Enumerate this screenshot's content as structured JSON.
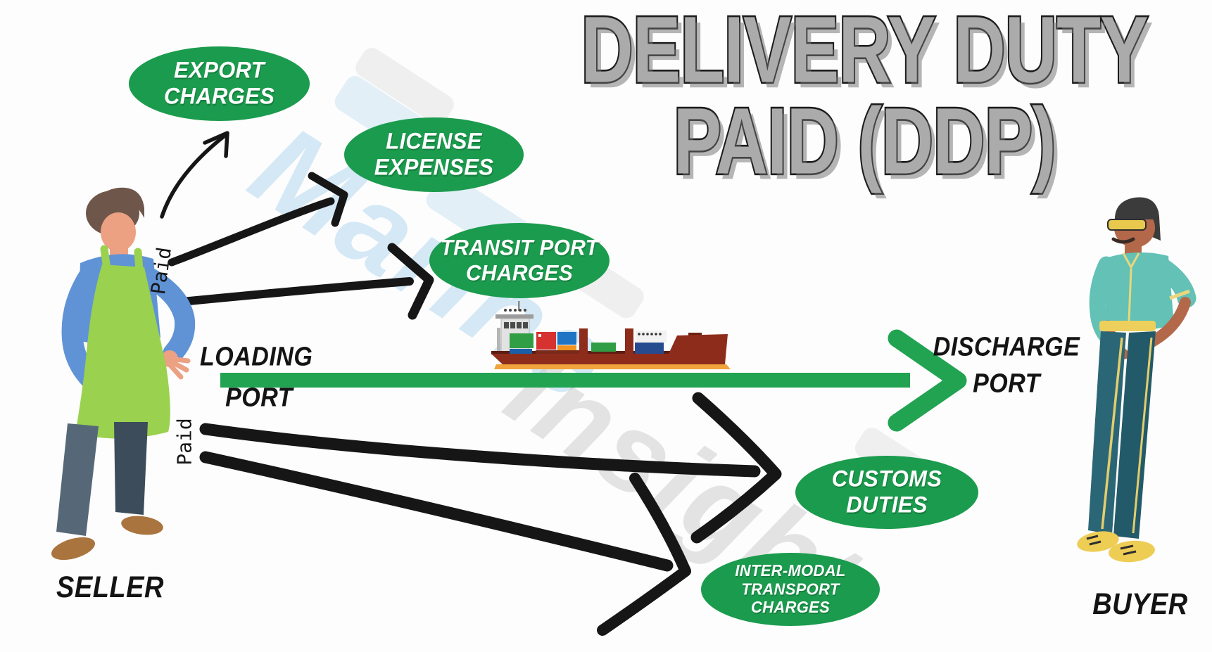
{
  "title": {
    "line1": "DELIVERY DUTY",
    "line2": "PAID (DDP)"
  },
  "route": {
    "loading_line1": "LOADING",
    "loading_line2": "PORT",
    "discharge_line1": "DISCHARGE",
    "discharge_line2": "PORT"
  },
  "actors": {
    "seller_label": "SELLER",
    "buyer_label": "BUYER"
  },
  "paid_labels": {
    "top": "Paid",
    "bottom": "Paid"
  },
  "charges": [
    {
      "id": "export-charges",
      "label": "EXPORT\nCHARGES"
    },
    {
      "id": "license-expenses",
      "label": "LICENSE\nEXPENSES"
    },
    {
      "id": "transit-port-charges",
      "label": "TRANSIT PORT\nCHARGES"
    },
    {
      "id": "customs-duties",
      "label": "CUSTOMS\nDUTIES"
    },
    {
      "id": "inter-modal-transport-charges",
      "label": "INTER-MODAL\nTRANSPORT CHARGES"
    }
  ],
  "watermark": {
    "word1": "Marine",
    "word2": "Insight"
  },
  "colors": {
    "bubble_green": "#1b9b4d",
    "route_green": "#21a351",
    "arrow_black": "#161616",
    "title_fill": "#ababab",
    "title_stroke": "#1c1c1c",
    "seller_apron": "#9ad14f",
    "seller_shirt": "#5f93d6",
    "buyer_shirt": "#63c1b6",
    "buyer_pants": "#2b6676",
    "accent_yellow": "#eecd55",
    "ship_hull": "#8e2c1c"
  }
}
